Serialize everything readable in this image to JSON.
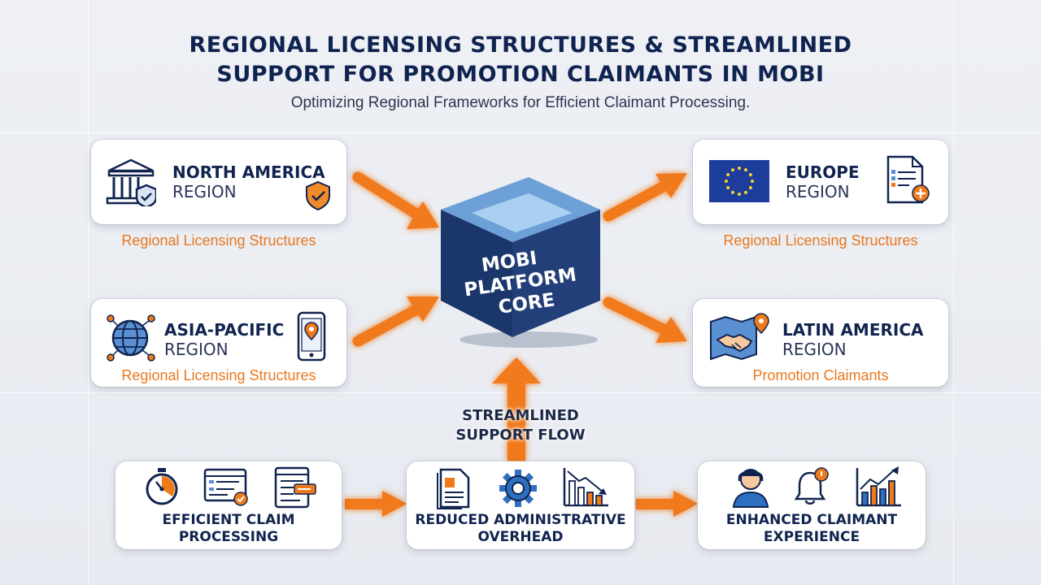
{
  "title": {
    "line1": "REGIONAL LICENSING STRUCTURES & STREAMLINED",
    "line2": "SUPPORT FOR PROMOTION CLAIMANTS IN MOBI"
  },
  "subtitle": "Optimizing Regional Frameworks for Efficient Claimant Processing.",
  "core": {
    "line1": "MOBI",
    "line2": "PLATFORM",
    "line3": "CORE"
  },
  "regions": {
    "north_america": {
      "name": "NORTH AMERICA",
      "sub": "REGION",
      "label": "Regional Licensing Structures"
    },
    "asia_pacific": {
      "name": "ASIA-PACIFIC",
      "sub": "REGION",
      "label": "Regional Licensing Structures"
    },
    "europe": {
      "name": "EUROPE",
      "sub": "REGION",
      "label": "Regional Licensing Structures"
    },
    "latin_america": {
      "name": "LATIN AMERICA",
      "sub": "REGION",
      "label": "Promotion Claimants"
    }
  },
  "flow": {
    "line1": "STREAMLINED",
    "line2": "SUPPORT FLOW"
  },
  "bottom": {
    "efficient": {
      "line1": "EFFICIENT CLAIM",
      "line2": "PROCESSING"
    },
    "reduced": {
      "line1": "REDUCED ADMINISTRATIVE",
      "line2": "OVERHEAD"
    },
    "enhanced": {
      "line1": "ENHANCED CLAIMANT",
      "line2": "EXPERIENCE"
    }
  },
  "colors": {
    "navy": "#10244f",
    "orange": "#f07a1a",
    "cube_front": "#1b3a70",
    "cube_top": "#6ea0d8",
    "eu_blue": "#1d3d9c",
    "eu_star": "#f5d42a"
  },
  "icons": {
    "north_america": [
      "government-building-icon",
      "shield-check-icon"
    ],
    "asia_pacific": [
      "globe-network-icon",
      "mobile-location-icon"
    ],
    "europe": [
      "eu-flag-icon",
      "document-add-icon"
    ],
    "latin_america": [
      "handshake-map-icon"
    ],
    "efficient": [
      "stopwatch-icon",
      "form-window-icon",
      "browser-form-icon"
    ],
    "reduced": [
      "document-icon",
      "gear-icon",
      "declining-chart-icon"
    ],
    "enhanced": [
      "user-headset-icon",
      "notification-bell-icon",
      "rising-chart-icon"
    ]
  }
}
